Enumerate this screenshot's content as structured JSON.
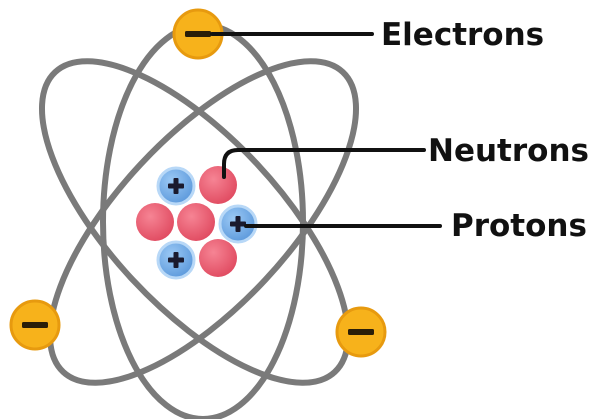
{
  "labels": {
    "electrons": "Electrons",
    "neutrons": "Neutrons",
    "protons": "Protons"
  },
  "colors": {
    "orbit": "#7a7a7a",
    "electron_fill": "#f7b21b",
    "electron_ring": "#e79a0f",
    "neutron_fill": "#e8566a",
    "proton_fill": "#6ea8e4",
    "proton_ring": "#9cc6f1",
    "leader_line": "#111111"
  },
  "icons": {
    "electron": "minus-sign",
    "proton": "plus-sign"
  }
}
